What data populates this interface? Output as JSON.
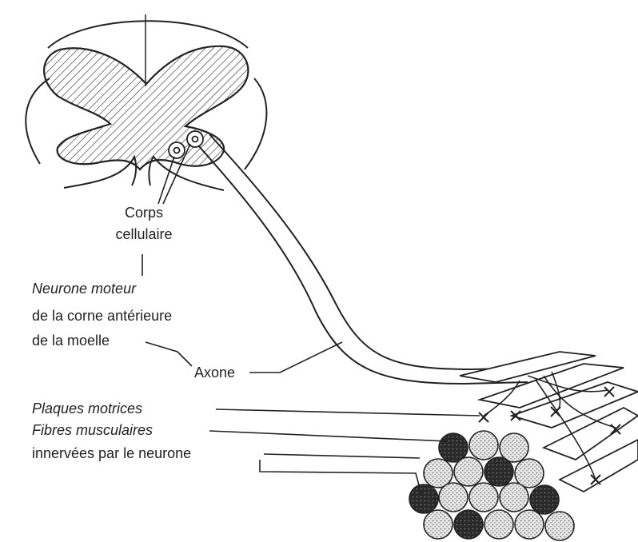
{
  "labels": {
    "corps_line1": "Corps",
    "corps_line2": "cellulaire",
    "neurone_line1": "Neurone moteur",
    "neurone_line2": "de la corne antérieure",
    "neurone_line3": "de la moelle",
    "axone": "Axone",
    "plaques": "Plaques motrices",
    "fibres": "Fibres musculaires",
    "innervees": "innervées par le neurone"
  },
  "colors": {
    "ink": "#222222",
    "background": "#ffffff",
    "fiber_fill": "#e6e6e6",
    "innervated_fill": "#2a2a2a"
  }
}
